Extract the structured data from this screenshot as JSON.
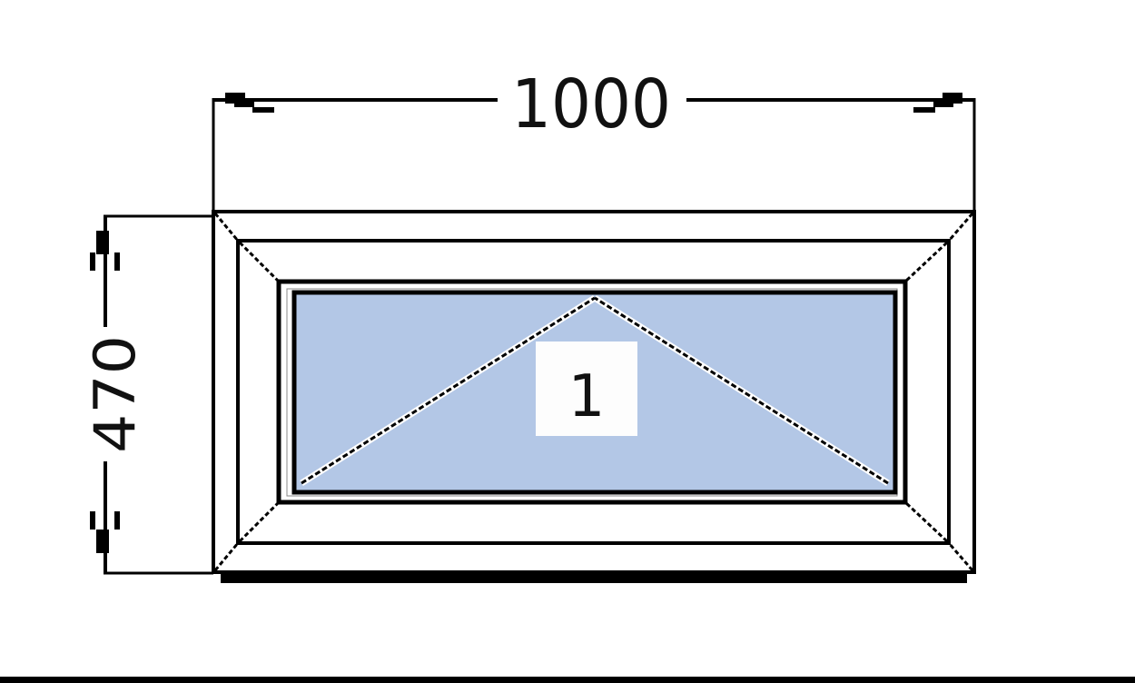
{
  "diagram": {
    "type": "window-drawing",
    "description": "Single-sash top-hung (awning) window elevation with dimensions",
    "dimensions": {
      "width": "1000",
      "height": "470"
    },
    "sash": {
      "number": "1",
      "opening_type": "top-hung"
    },
    "colors": {
      "glass": "#b3c7e6",
      "frame": "#ffffff",
      "lines": "#000000",
      "text": "#111111"
    }
  }
}
